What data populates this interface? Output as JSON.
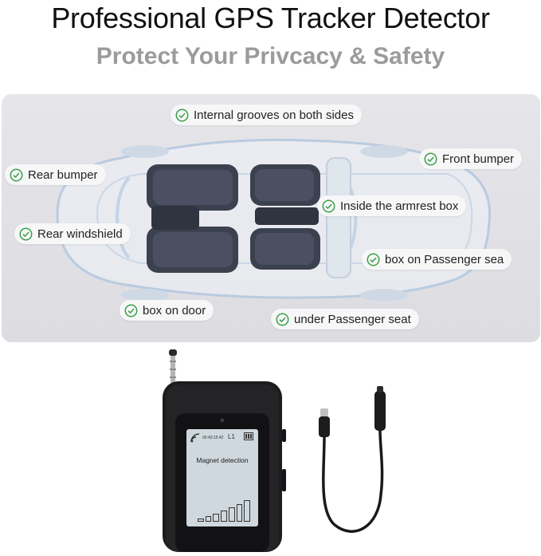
{
  "header": {
    "title": "Professional GPS Tracker Detector",
    "subtitle": "Protect Your Privcacy & Safety"
  },
  "locations": [
    {
      "id": "grooves",
      "label": "Internal grooves on both sides"
    },
    {
      "id": "front-bumper",
      "label": "Front bumper"
    },
    {
      "id": "rear-bumper",
      "label": "Rear bumper"
    },
    {
      "id": "armrest",
      "label": "Inside the armrest box"
    },
    {
      "id": "rear-windshield",
      "label": "Rear windshield"
    },
    {
      "id": "passenger-box",
      "label": "box on Passenger sea"
    },
    {
      "id": "door",
      "label": "box on door"
    },
    {
      "id": "under-seat",
      "label": "under Passenger seat"
    }
  ],
  "device": {
    "screen_time": "00:43:15:42",
    "screen_channel": "L1",
    "screen_mode": "Magnet detection",
    "signal_bars": [
      0.15,
      0.25,
      0.35,
      0.5,
      0.65,
      0.8,
      0.95
    ]
  },
  "colors": {
    "check": "#3aa04a",
    "panel": "#e3e3e7",
    "device_body": "#1c1c1e",
    "screen": "#cfd8de"
  }
}
